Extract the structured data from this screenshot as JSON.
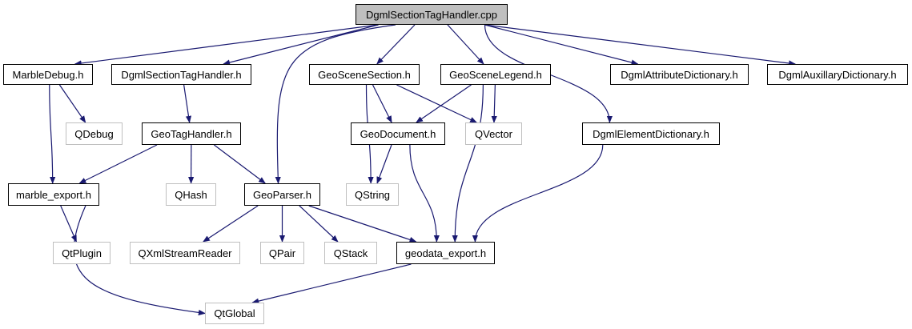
{
  "colors": {
    "edge": "#191970",
    "root_fill": "#bfbfbf",
    "external_border": "#bfbfbf",
    "node_border": "#000000"
  },
  "nodes": [
    {
      "id": "root",
      "label": "DgmlSectionTagHandler.cpp",
      "kind": "root"
    },
    {
      "id": "marbledebug",
      "label": "MarbleDebug.h",
      "kind": "header"
    },
    {
      "id": "dgmlsth",
      "label": "DgmlSectionTagHandler.h",
      "kind": "header"
    },
    {
      "id": "geoscenesection",
      "label": "GeoSceneSection.h",
      "kind": "header"
    },
    {
      "id": "geoscenelegend",
      "label": "GeoSceneLegend.h",
      "kind": "header"
    },
    {
      "id": "dgmlattr",
      "label": "DgmlAttributeDictionary.h",
      "kind": "header"
    },
    {
      "id": "dgmlaux",
      "label": "DgmlAuxillaryDictionary.h",
      "kind": "header"
    },
    {
      "id": "qdebug",
      "label": "QDebug",
      "kind": "external"
    },
    {
      "id": "geotaghandler",
      "label": "GeoTagHandler.h",
      "kind": "header"
    },
    {
      "id": "geodocument",
      "label": "GeoDocument.h",
      "kind": "header"
    },
    {
      "id": "qvector",
      "label": "QVector",
      "kind": "external"
    },
    {
      "id": "dgmlelem",
      "label": "DgmlElementDictionary.h",
      "kind": "header"
    },
    {
      "id": "marbleexport",
      "label": "marble_export.h",
      "kind": "header"
    },
    {
      "id": "qhash",
      "label": "QHash",
      "kind": "external"
    },
    {
      "id": "geoparser",
      "label": "GeoParser.h",
      "kind": "header"
    },
    {
      "id": "qstring",
      "label": "QString",
      "kind": "external"
    },
    {
      "id": "qtplugin",
      "label": "QtPlugin",
      "kind": "external"
    },
    {
      "id": "qxml",
      "label": "QXmlStreamReader",
      "kind": "external"
    },
    {
      "id": "qpair",
      "label": "QPair",
      "kind": "external"
    },
    {
      "id": "qstack",
      "label": "QStack",
      "kind": "external"
    },
    {
      "id": "geodataexport",
      "label": "geodata_export.h",
      "kind": "header"
    },
    {
      "id": "qtglobal",
      "label": "QtGlobal",
      "kind": "external"
    }
  ],
  "edges": [
    [
      "root",
      "marbledebug"
    ],
    [
      "root",
      "dgmlsth"
    ],
    [
      "root",
      "geoparser"
    ],
    [
      "root",
      "geoscenesection"
    ],
    [
      "root",
      "geoscenelegend"
    ],
    [
      "root",
      "dgmlelem"
    ],
    [
      "root",
      "dgmlattr"
    ],
    [
      "root",
      "dgmlaux"
    ],
    [
      "marbledebug",
      "qdebug"
    ],
    [
      "marbledebug",
      "marbleexport"
    ],
    [
      "dgmlsth",
      "geotaghandler"
    ],
    [
      "geotaghandler",
      "marbleexport"
    ],
    [
      "geotaghandler",
      "qhash"
    ],
    [
      "geotaghandler",
      "geoparser"
    ],
    [
      "geoscenesection",
      "geodocument"
    ],
    [
      "geoscenesection",
      "qvector"
    ],
    [
      "geoscenesection",
      "qstring"
    ],
    [
      "geoscenelegend",
      "geodocument"
    ],
    [
      "geoscenelegend",
      "qvector"
    ],
    [
      "geoscenelegend",
      "geodataexport"
    ],
    [
      "geodocument",
      "qstring"
    ],
    [
      "geodocument",
      "geodataexport"
    ],
    [
      "dgmlelem",
      "geodataexport"
    ],
    [
      "marbleexport",
      "qtplugin"
    ],
    [
      "marbleexport",
      "qtglobal"
    ],
    [
      "geoparser",
      "qxml"
    ],
    [
      "geoparser",
      "qpair"
    ],
    [
      "geoparser",
      "qstack"
    ],
    [
      "geoparser",
      "geodataexport"
    ],
    [
      "geodataexport",
      "qtglobal"
    ]
  ]
}
